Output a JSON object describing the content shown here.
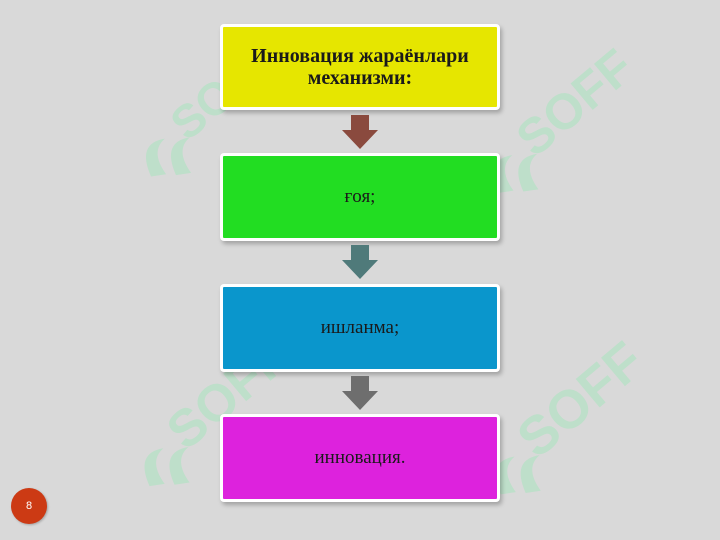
{
  "diagram": {
    "steps": [
      {
        "label": "Инновация жараёнлари механизми:",
        "color": "#e6e600"
      },
      {
        "label": "ғоя;",
        "color": "#22dd22"
      },
      {
        "label": "ишланма;",
        "color": "#0a96cc"
      },
      {
        "label": "инновация.",
        "color": "#dd22dd"
      }
    ],
    "arrow_colors": [
      "#8a4a3e",
      "#4f7a7a",
      "#6e6e6e"
    ]
  },
  "watermark": {
    "text": "SOFF",
    "color": "#9fe0b8"
  },
  "page_number": "8"
}
